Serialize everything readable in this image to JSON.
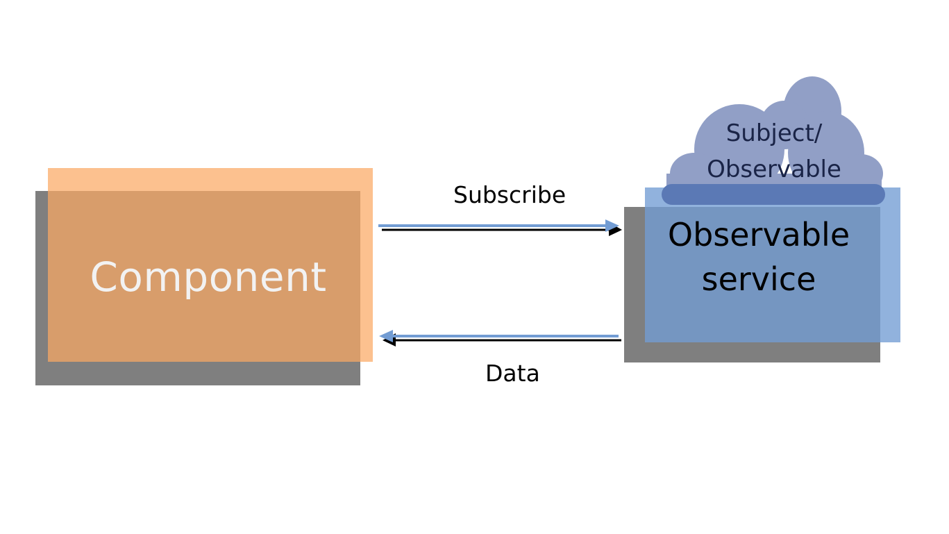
{
  "diagram": {
    "component": {
      "label": "Component"
    },
    "service": {
      "line1": "Observable",
      "line2": "service"
    },
    "cloud": {
      "line1": "Subject/",
      "line2": "Observable"
    },
    "arrows": {
      "subscribe_label": "Subscribe",
      "data_label": "Data"
    },
    "colors": {
      "component_fill": "#fba964",
      "shadow": "#7f7f7f",
      "service_fill": "#729cd3",
      "cloud_fill": "#919fc6",
      "cloud_base": "#5b79b5",
      "arrow_blue": "#729cd3",
      "arrow_black": "#000000"
    }
  }
}
